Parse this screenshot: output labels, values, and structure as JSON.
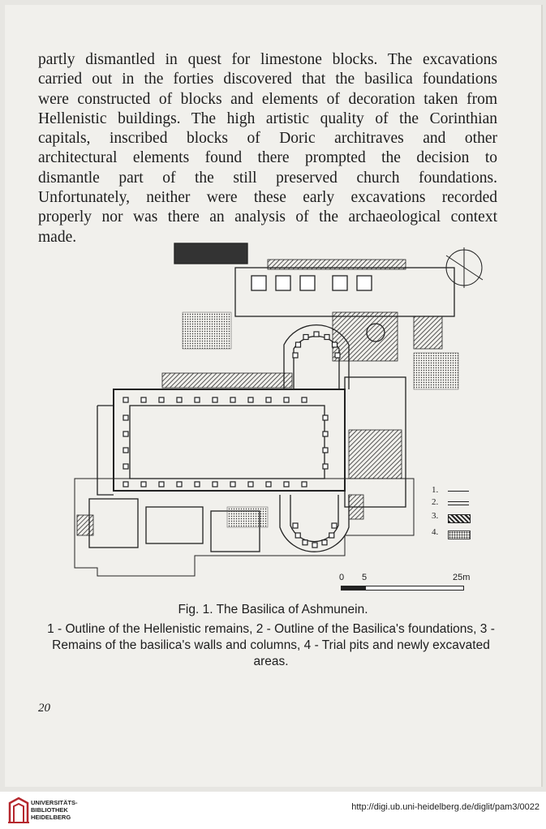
{
  "document": {
    "body_lines": [
      "partly dismantled in quest for limestone blocks. The excavations",
      "carried out in the forties discovered that the basilica foundations",
      "were constructed of blocks and elements of decoration taken from",
      "Hellenistic buildings. The high artistic quality of the Corinthian",
      "capitals, inscribed blocks of Doric architraves and other",
      "architectural elements found there prompted the decision to",
      "dismantle part of the still preserved church foundations.",
      "Unfortunately, neither were these early excavations recorded",
      "properly nor was there an analysis of the archaeological context",
      "made."
    ],
    "figure": {
      "legend": [
        {
          "label": "1.",
          "style": "line"
        },
        {
          "label": "2.",
          "style": "double-line"
        },
        {
          "label": "3.",
          "style": "hatched"
        },
        {
          "label": "4.",
          "style": "dotted"
        }
      ],
      "scale": {
        "zero": "0",
        "mid": "5",
        "end": "25m"
      },
      "title": "Fig. 1. The Basilica of Ashmunein.",
      "caption": "1 - Outline of the Hellenistic remains, 2 - Outline of the Basilica's foundations, 3 - Remains of the basilica's walls and columns, 4 - Trial pits and newly excavated areas."
    },
    "page_number": "20"
  },
  "footer": {
    "institution": [
      "UNIVERSITÄTS-",
      "BIBLIOTHEK",
      "HEIDELBERG"
    ],
    "url": "http://digi.ub.uni-heidelberg.de/diglit/pam3/0022"
  },
  "colors": {
    "ink": "#1d1d1d",
    "paper": "#f1f0ec",
    "logo_red": "#b5272d"
  }
}
